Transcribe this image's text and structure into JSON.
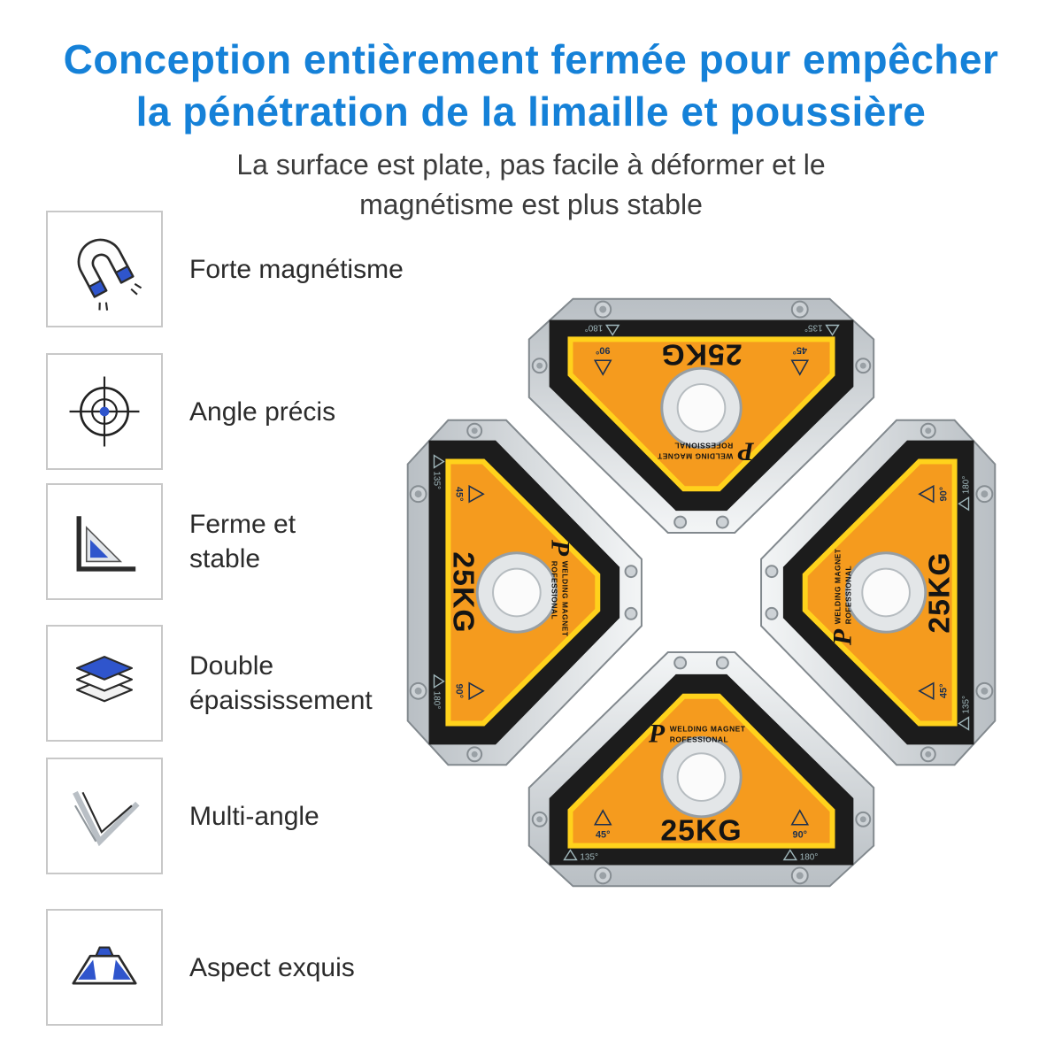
{
  "title": {
    "line1": "Conception entièrement fermée pour empêcher",
    "line2": "la pénétration de la limaille et poussière",
    "color": "#1581d8"
  },
  "subtitle": {
    "line1": "La surface est plate, pas facile à déformer et le",
    "line2": "magnétisme est plus stable"
  },
  "features": [
    {
      "icon": "magnet-icon",
      "label": "Forte magnétisme",
      "label2": ""
    },
    {
      "icon": "crosshair-icon",
      "label": "Angle précis",
      "label2": ""
    },
    {
      "icon": "angle-ruler-icon",
      "label": "Ferme et",
      "label2": "stable"
    },
    {
      "icon": "layers-icon",
      "label": "Double",
      "label2": "épaississement"
    },
    {
      "icon": "multi-angle-icon",
      "label": "Multi-angle",
      "label2": ""
    },
    {
      "icon": "trapezoid-icon",
      "label": "Aspect exquis",
      "label2": ""
    }
  ],
  "product": {
    "weight_label": "25KG",
    "brand_p": "P",
    "brand_line1": "WELDING MAGNET",
    "brand_line2": "ROFESSIONAL",
    "angles": {
      "a45": "45°",
      "a90": "90°",
      "a135": "135°",
      "a180": "180°"
    },
    "colors": {
      "orange": "#f59b1e",
      "yellow": "#ffd21c",
      "black": "#1c1c1c",
      "silver": "#d8dcdf",
      "accent_blue": "#2f55cc"
    }
  }
}
